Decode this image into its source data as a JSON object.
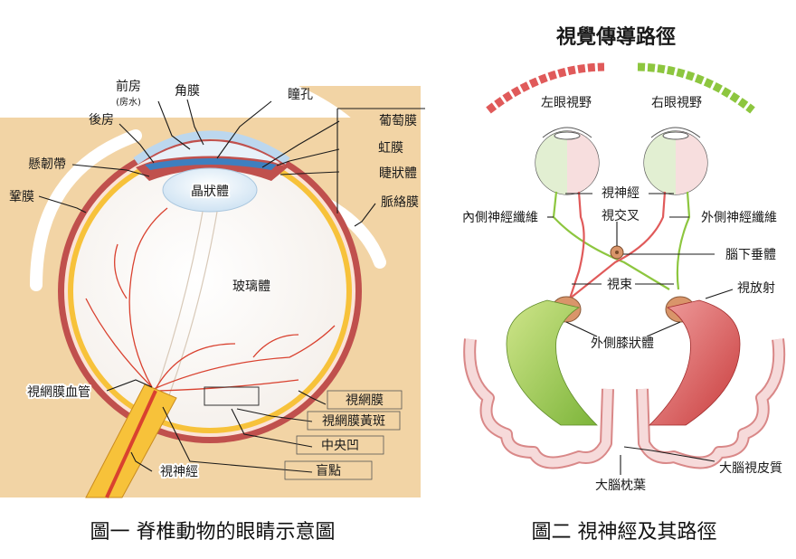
{
  "figure1": {
    "labels": {
      "anterior_chamber": "前房",
      "aqueous": "(房水)",
      "cornea": "角膜",
      "pupil": "瞳孔",
      "posterior_chamber": "後房",
      "uvea": "葡萄膜",
      "iris": "虹膜",
      "zonule": "懸韌帶",
      "ciliary_body": "睫狀體",
      "lens": "晶狀體",
      "choroid": "脈絡膜",
      "sclera": "鞏膜",
      "vitreous": "玻璃體",
      "retinal_vessels": "視網膜血管",
      "retina": "視網膜",
      "macula": "視網膜黃斑",
      "fovea": "中央凹",
      "blind_spot": "盲點",
      "optic_nerve": "視神經"
    },
    "caption": "圖一  脊椎動物的眼睛示意圖",
    "colors": {
      "background": "#f2d4a5",
      "sclera": "#c0504d",
      "retina": "#f7c23a",
      "lens": "#ffffff",
      "cornea": "#9dc3e6"
    }
  },
  "figure2": {
    "title": "視覺傳導路徑",
    "labels": {
      "left_field": "左眼視野",
      "right_field": "右眼視野",
      "optic_nerve": "視神經",
      "optic_chiasm": "視交叉",
      "medial_fibers": "內側神經纖維",
      "lateral_fibers": "外側神經纖維",
      "pituitary": "腦下垂體",
      "optic_tract": "視束",
      "optic_radiation": "視放射",
      "lgn": "外側膝狀體",
      "visual_cortex": "大腦視皮質",
      "occipital_lobe": "大腦枕葉"
    },
    "caption": "圖二  視神經及其路徑",
    "colors": {
      "left_pathway": "#e05a5a",
      "right_pathway": "#8dc63f",
      "lgn": "#d9956a",
      "cortex": "#f2c6c6"
    }
  }
}
